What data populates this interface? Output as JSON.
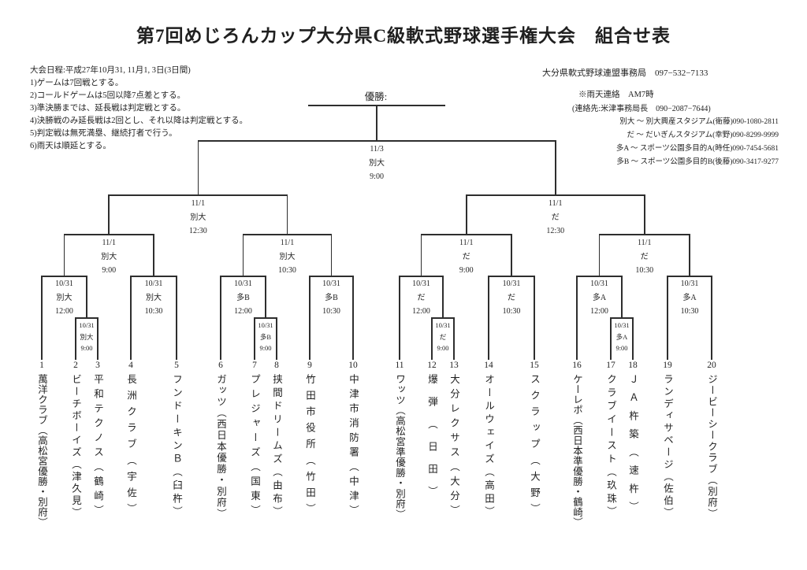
{
  "page": {
    "title": "第7回めじろんカップ大分県C級軟式野球選手権大会　組合せ表"
  },
  "info_left": {
    "schedule": "大会日程:平成27年10月31, 11月1, 3日(3日間)",
    "rules": [
      "1)ゲームは7回戦とする。",
      "2)コールドゲームは5回以降7点差とする。",
      "3)準決勝までは、延長戦は判定戦とする。",
      "4)決勝戦のみ延長戦は2回とし、それ以降は判定戦とする。",
      "5)判定戦は無死満塁、継続打者で行う。",
      "6)雨天は順延とする。"
    ]
  },
  "info_right": {
    "office": "大分県軟式野球連盟事務局　097−532−7133",
    "rain_notice": "※雨天連絡　AM7時",
    "rain_contact": "(連絡先:米津事務局長　090−2087−7644)",
    "venue_legend": [
      "別大 〜 別大興産スタジアム(衛藤)090-1080-2811",
      "だ 〜 だいぎんスタジアム(幸野)090-8299-9999",
      "多A 〜 スポーツ公園多目的A(時任)090-7454-5681",
      "多B 〜 スポーツ公園多目的B(後藤)090-3417-9277"
    ]
  },
  "bracket": {
    "champion_label": "優勝:",
    "final": {
      "date": "11/3",
      "venue": "別大",
      "time": "9:00"
    },
    "semifinals": [
      {
        "date": "11/1",
        "venue": "別大",
        "time": "12:30"
      },
      {
        "date": "11/1",
        "venue": "だ",
        "time": "12:30"
      }
    ],
    "quarterfinals": [
      {
        "date": "11/1",
        "venue": "別大",
        "time": "9:00"
      },
      {
        "date": "11/1",
        "venue": "別大",
        "time": "10:30"
      },
      {
        "date": "11/1",
        "venue": "だ",
        "time": "9:00"
      },
      {
        "date": "11/1",
        "venue": "だ",
        "time": "10:30"
      }
    ],
    "round1": [
      {
        "date": "10/31",
        "venue": "別大",
        "time": "12:00"
      },
      {
        "date": "10/31",
        "venue": "別大",
        "time": "10:30"
      },
      {
        "date": "10/31",
        "venue": "多B",
        "time": "12:00"
      },
      {
        "date": "10/31",
        "venue": "多B",
        "time": "10:30"
      },
      {
        "date": "10/31",
        "venue": "だ",
        "time": "12:00"
      },
      {
        "date": "10/31",
        "venue": "だ",
        "time": "10:30"
      },
      {
        "date": "10/31",
        "venue": "多A",
        "time": "12:00"
      },
      {
        "date": "10/31",
        "venue": "多A",
        "time": "10:30"
      }
    ],
    "playins": [
      {
        "date": "10/31",
        "venue": "別大",
        "time": "9:00"
      },
      {
        "date": "10/31",
        "venue": "多B",
        "time": "9:00"
      },
      {
        "date": "10/31",
        "venue": "だ",
        "time": "9:00"
      },
      {
        "date": "10/31",
        "venue": "多A",
        "time": "9:00"
      }
    ],
    "teams": [
      {
        "no": "1",
        "name": "萬洋クラブ（高松宮優勝・別府）"
      },
      {
        "no": "2",
        "name": "ビーチボーイズ（津久見）"
      },
      {
        "no": "3",
        "name": "平和テクノス（鶴崎）"
      },
      {
        "no": "4",
        "name": "長洲クラブ（宇佐）"
      },
      {
        "no": "5",
        "name": "フンドーキンＢ（臼杵）"
      },
      {
        "no": "6",
        "name": "ガッツ（西日本優勝・別府）"
      },
      {
        "no": "7",
        "name": "プレジャーズ（国東）"
      },
      {
        "no": "8",
        "name": "挟間ドリームズ（由布）"
      },
      {
        "no": "9",
        "name": "竹田市役所（竹田）"
      },
      {
        "no": "10",
        "name": "中津市消防署（中津）"
      },
      {
        "no": "11",
        "name": "ワッツ（高松宮準優勝・別府）"
      },
      {
        "no": "12",
        "name": "爆弾（日田）"
      },
      {
        "no": "13",
        "name": "大分レクサス（大分）"
      },
      {
        "no": "14",
        "name": "オールウェイズ（高田）"
      },
      {
        "no": "15",
        "name": "スクラップ（大野）"
      },
      {
        "no": "16",
        "name": "ケーレポ（西日本準優勝・鶴崎）"
      },
      {
        "no": "17",
        "name": "クラブイースト（玖珠）"
      },
      {
        "no": "18",
        "name": "ＪＡ杵築（速杵）"
      },
      {
        "no": "19",
        "name": "ランディサベージ（佐伯）"
      },
      {
        "no": "20",
        "name": "ジービーシークラブ（別府）"
      }
    ]
  },
  "colors": {
    "line": "#2e2e2e",
    "text": "#1f1f1f",
    "background": "#ffffff"
  }
}
